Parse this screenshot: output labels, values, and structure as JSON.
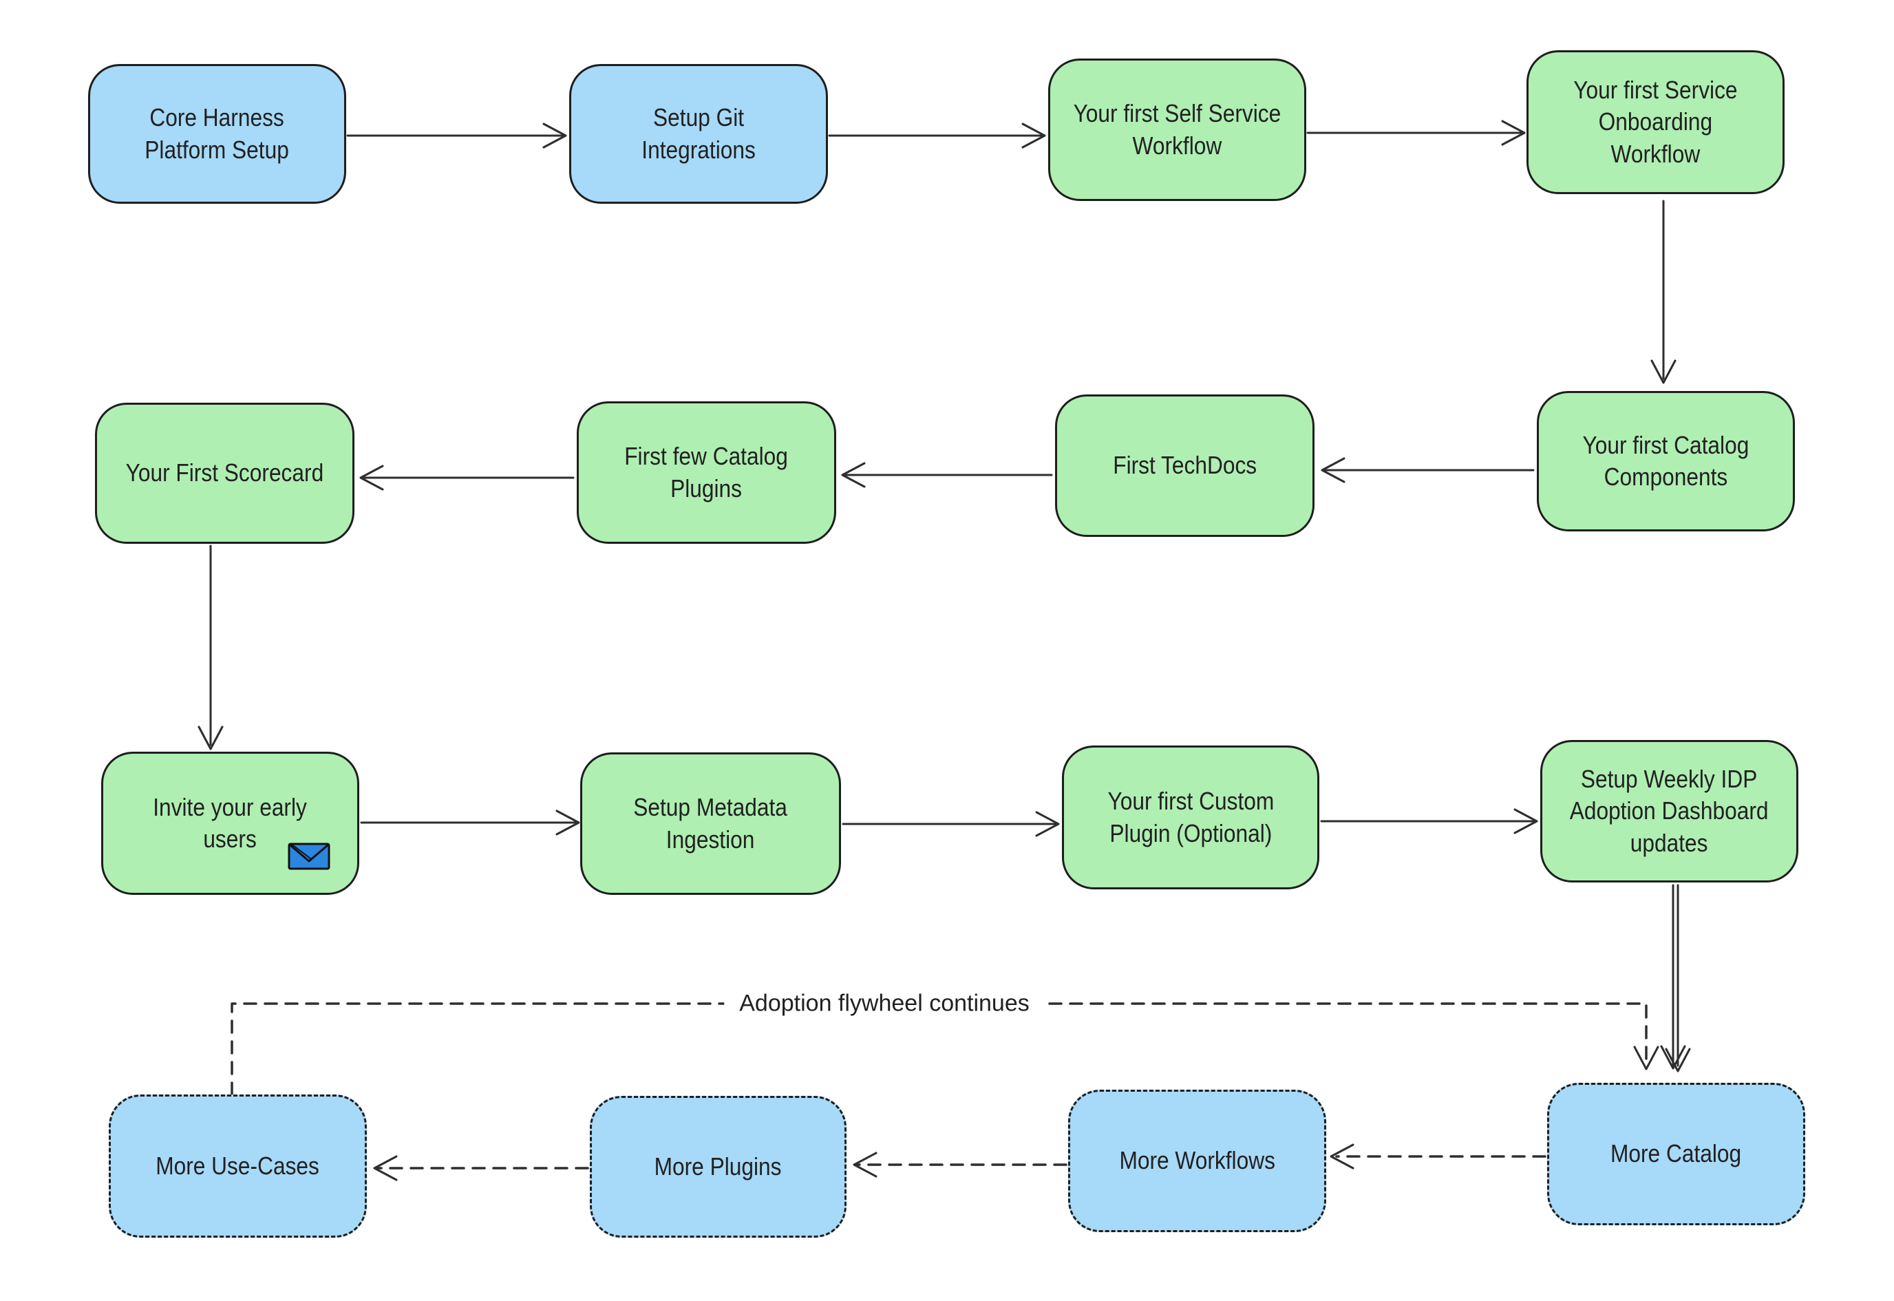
{
  "diagram": {
    "flywheel_label": "Adoption flywheel continues",
    "colors": {
      "blue": "#A7D9F8",
      "green": "#AFEFB2",
      "stroke": "#1e1e1e",
      "arrow": "#2e2e2e",
      "envelope": "#2B86E0",
      "text": "#212121",
      "bg": "#ffffff"
    },
    "nodes": [
      {
        "id": "core-harness-platform-setup",
        "type": "solid-blue",
        "label": "Core Harness\nPlatform Setup"
      },
      {
        "id": "setup-git-integrations",
        "type": "solid-blue",
        "label": "Setup Git\nIntegrations"
      },
      {
        "id": "first-self-service-workflow",
        "type": "solid-green",
        "label": "Your first Self Service\nWorkflow"
      },
      {
        "id": "first-service-onboarding-workflow",
        "type": "solid-green",
        "label": "Your first Service\nOnboarding\nWorkflow"
      },
      {
        "id": "first-catalog-components",
        "type": "solid-green",
        "label": "Your first Catalog\nComponents"
      },
      {
        "id": "first-techdocs",
        "type": "solid-green",
        "label": "First TechDocs"
      },
      {
        "id": "first-few-catalog-plugins",
        "type": "solid-green",
        "label": "First few Catalog\nPlugins"
      },
      {
        "id": "your-first-scorecard",
        "type": "solid-green",
        "label": "Your First Scorecard"
      },
      {
        "id": "invite-your-early-users",
        "type": "solid-green",
        "label": "Invite your early\nusers",
        "icon": "envelope-icon"
      },
      {
        "id": "setup-metadata-ingestion",
        "type": "solid-green",
        "label": "Setup Metadata\nIngestion"
      },
      {
        "id": "first-custom-plugin",
        "type": "solid-green",
        "label": "Your first Custom\nPlugin (Optional)"
      },
      {
        "id": "setup-weekly-idp-dashboard",
        "type": "solid-green",
        "label": "Setup Weekly IDP\nAdoption Dashboard\nupdates"
      },
      {
        "id": "more-catalog",
        "type": "dashed-blue",
        "label": "More Catalog"
      },
      {
        "id": "more-workflows",
        "type": "dashed-blue",
        "label": "More Workflows"
      },
      {
        "id": "more-plugins",
        "type": "dashed-blue",
        "label": "More Plugins"
      },
      {
        "id": "more-use-cases",
        "type": "dashed-blue",
        "label": "More Use-Cases"
      }
    ]
  }
}
